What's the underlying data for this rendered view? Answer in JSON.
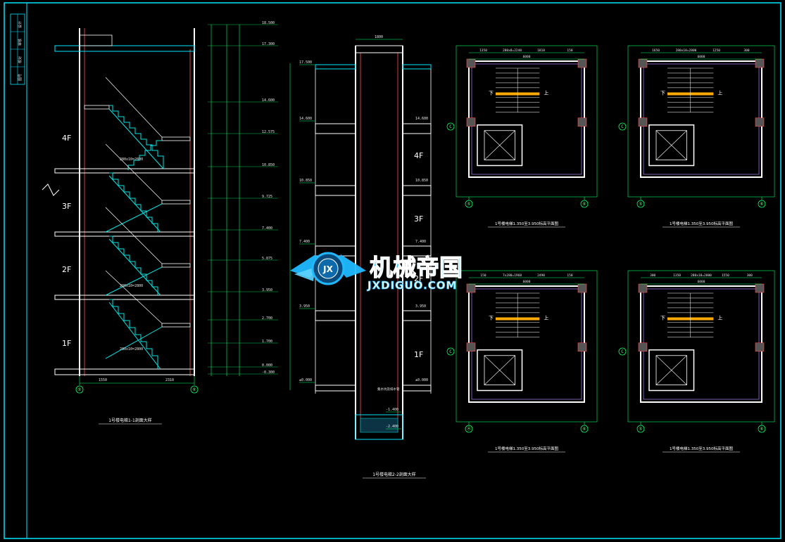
{
  "title_block": {
    "rows": [
      "设计",
      "审核",
      "校对",
      "图号"
    ]
  },
  "floors": {
    "f4": "4F",
    "f3": "3F",
    "f2": "2F",
    "f1": "1F"
  },
  "section1": {
    "label": "1号楼电梯1-1剖面大样",
    "axes": [
      "⑤",
      "⑥"
    ],
    "stair_texts": [
      "280x10=2800",
      "280x10=2800",
      "280x10=2800"
    ],
    "dims_bottom": [
      "1550",
      "2310"
    ]
  },
  "section2": {
    "label": "1号楼电梯2-2剖面大样",
    "elevations": [
      "17.500",
      "14.600",
      "10.850",
      "7.400",
      "3.950",
      "±0.000",
      "-1.400",
      "-2.400"
    ],
    "pit_note": "集水坑及排水管",
    "top_dim": "1800"
  },
  "section1_elevations": [
    "18.500",
    "17.300",
    "14.600",
    "12.575",
    "10.850",
    "9.725",
    "7.400",
    "5.875",
    "3.950",
    "2.700",
    "1.700",
    "0.000",
    "-0.300"
  ],
  "plans": [
    {
      "label": "1号楼电梯1.350至3.950标高平面图",
      "dims": [
        "1350",
        "280x8=2240",
        "1810",
        "150"
      ],
      "total": "6000",
      "axes": [
        "⑤",
        "⑥"
      ]
    },
    {
      "label": "1号楼电梯1.350至3.950标高平面图",
      "dims": [
        "1650",
        "280x10=2800",
        "1250",
        "300"
      ],
      "total": "6000",
      "axes": [
        "⑤",
        "⑥"
      ]
    },
    {
      "label": "1号楼电梯1.350至3.950标高平面图",
      "dims": [
        "150",
        "7x280=1960",
        "2490",
        "150"
      ],
      "total": "6000",
      "axes": [
        "Ⓐ",
        "⑥"
      ]
    },
    {
      "label": "1号楼电梯1.350至3.950标高平面图",
      "dims": [
        "300",
        "1350",
        "280x10=2800",
        "1550",
        "300"
      ],
      "total": "6000",
      "axes": [
        "⑤",
        "⑥"
      ]
    }
  ],
  "plan_marks": {
    "up": "上",
    "down": "下",
    "axis_c": "C"
  },
  "watermark": {
    "name": "机械帝国",
    "url": "JXDIGUO.COM",
    "badge": "JX"
  },
  "colors": {
    "background": "#000000",
    "frame": "#00e5ff",
    "wall": "#ffffff",
    "dim": "#00ff66",
    "axis": "#00ff66",
    "stair": "#00e5e5",
    "hatch": "#ff5050",
    "highlight": "#ffaa00",
    "watermark": "#1fb9ff"
  }
}
